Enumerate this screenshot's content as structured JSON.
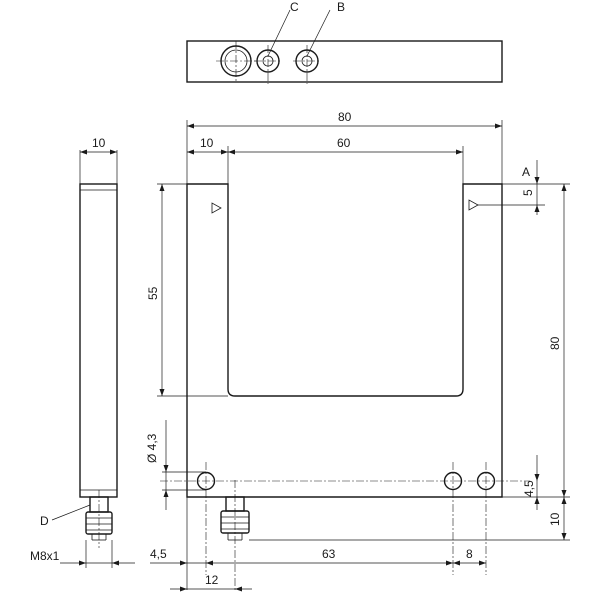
{
  "drawing": {
    "labels": {
      "C": "C",
      "B": "B",
      "A": "A",
      "D": "D"
    },
    "dimensions": {
      "overall_width": "80",
      "left_arm_width": "10",
      "slot_width": "60",
      "side_thickness": "10",
      "slot_depth": "55",
      "overall_height": "80",
      "offset_a": "5",
      "hole_dia": "Ø 4,3",
      "hole_edge": "4,5",
      "connector_length": "10",
      "thread": "M8x1",
      "left_offset": "4,5",
      "hole_spacing": "63",
      "hole_pitch": "8",
      "connector_offset": "12"
    }
  }
}
